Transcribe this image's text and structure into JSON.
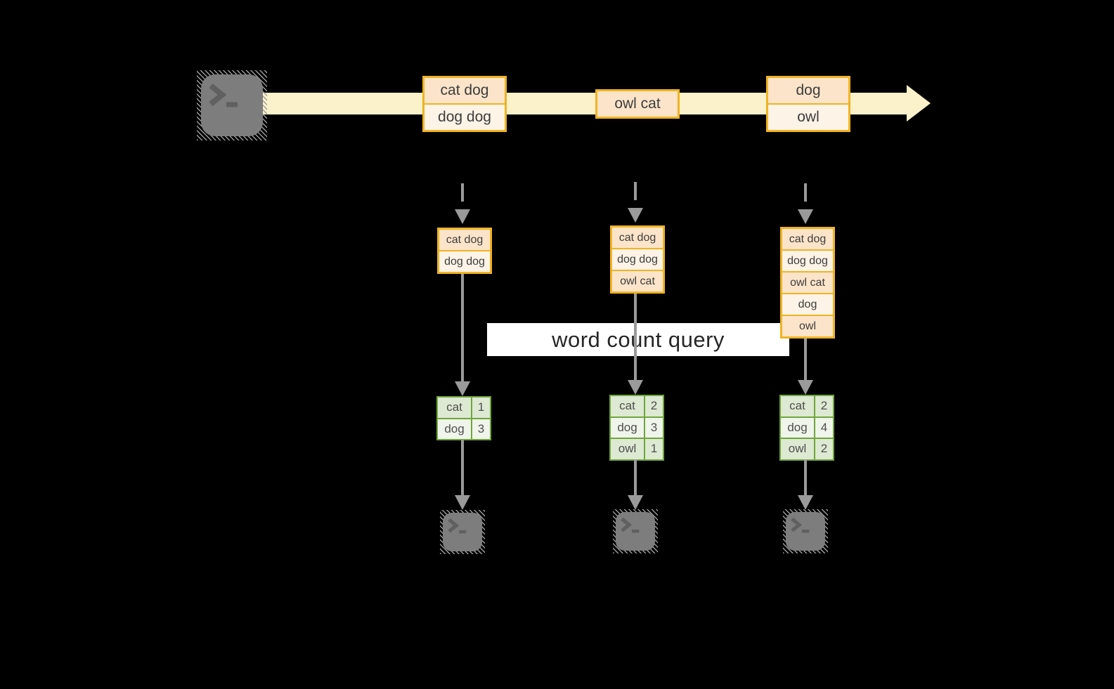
{
  "query_label": "word count query",
  "stream_events": [
    {
      "lines": [
        "cat dog",
        "dog dog"
      ]
    },
    {
      "lines": [
        "owl cat"
      ]
    },
    {
      "lines": [
        "dog",
        "owl"
      ]
    }
  ],
  "columns": [
    {
      "buffer": [
        "cat dog",
        "dog dog"
      ],
      "counts": [
        {
          "word": "cat",
          "count": "1"
        },
        {
          "word": "dog",
          "count": "3"
        }
      ]
    },
    {
      "buffer": [
        "cat dog",
        "dog dog",
        "owl cat"
      ],
      "counts": [
        {
          "word": "cat",
          "count": "2"
        },
        {
          "word": "dog",
          "count": "3"
        },
        {
          "word": "owl",
          "count": "1"
        }
      ]
    },
    {
      "buffer": [
        "cat dog",
        "dog dog",
        "owl cat",
        "dog",
        "owl"
      ],
      "counts": [
        {
          "word": "cat",
          "count": "2"
        },
        {
          "word": "dog",
          "count": "4"
        },
        {
          "word": "owl",
          "count": "2"
        }
      ]
    }
  ],
  "colors": {
    "accent_orange": "#f0b323",
    "cell_peach": "#fbe4c9",
    "cell_cream": "#fdf3e6",
    "band_yellow": "#fbf1cb",
    "green_border": "#6fa63c",
    "green_cell": "#dde9d2",
    "green_cell_light": "#f0f5eb",
    "arrow_gray": "#9a9a9a"
  }
}
